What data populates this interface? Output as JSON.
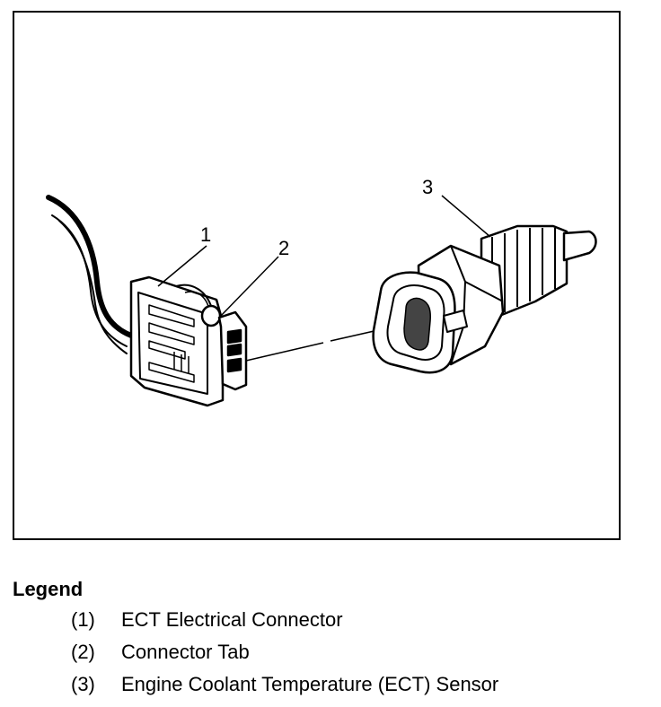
{
  "callouts": {
    "c1": "1",
    "c2": "2",
    "c3": "3"
  },
  "legend": {
    "title": "Legend",
    "items": [
      {
        "num": "(1)",
        "label": "ECT Electrical Connector"
      },
      {
        "num": "(2)",
        "label": "Connector Tab"
      },
      {
        "num": "(3)",
        "label": "Engine Coolant Temperature (ECT) Sensor"
      }
    ]
  }
}
